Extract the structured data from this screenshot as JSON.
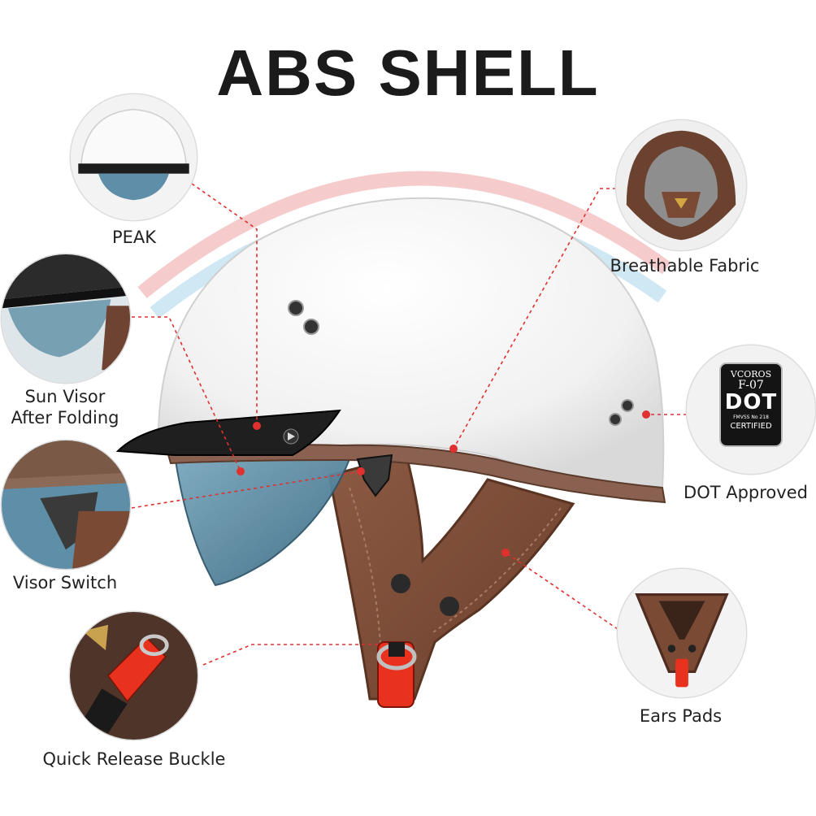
{
  "title": "ABS SHELL",
  "features": {
    "peak": "PEAK",
    "sun_visor_line1": "Sun Visor",
    "sun_visor_line2": "After Folding",
    "visor_switch": "Visor Switch",
    "quick_release": "Quick Release Buckle",
    "breathable": "Breathable Fabric",
    "dot": "DOT Approved",
    "ears": "Ears Pads"
  },
  "dot_badge": {
    "brand": "VCOROS",
    "model": "F-07",
    "mark": "DOT",
    "standard": "FMVSS No 218",
    "status": "CERTIFIED"
  },
  "colors": {
    "callout_line": "#e03030",
    "leather": "#7a4a35",
    "visor": "#5e8ea8",
    "shell": "#f7f7f7",
    "buckle": "#e8321e"
  }
}
